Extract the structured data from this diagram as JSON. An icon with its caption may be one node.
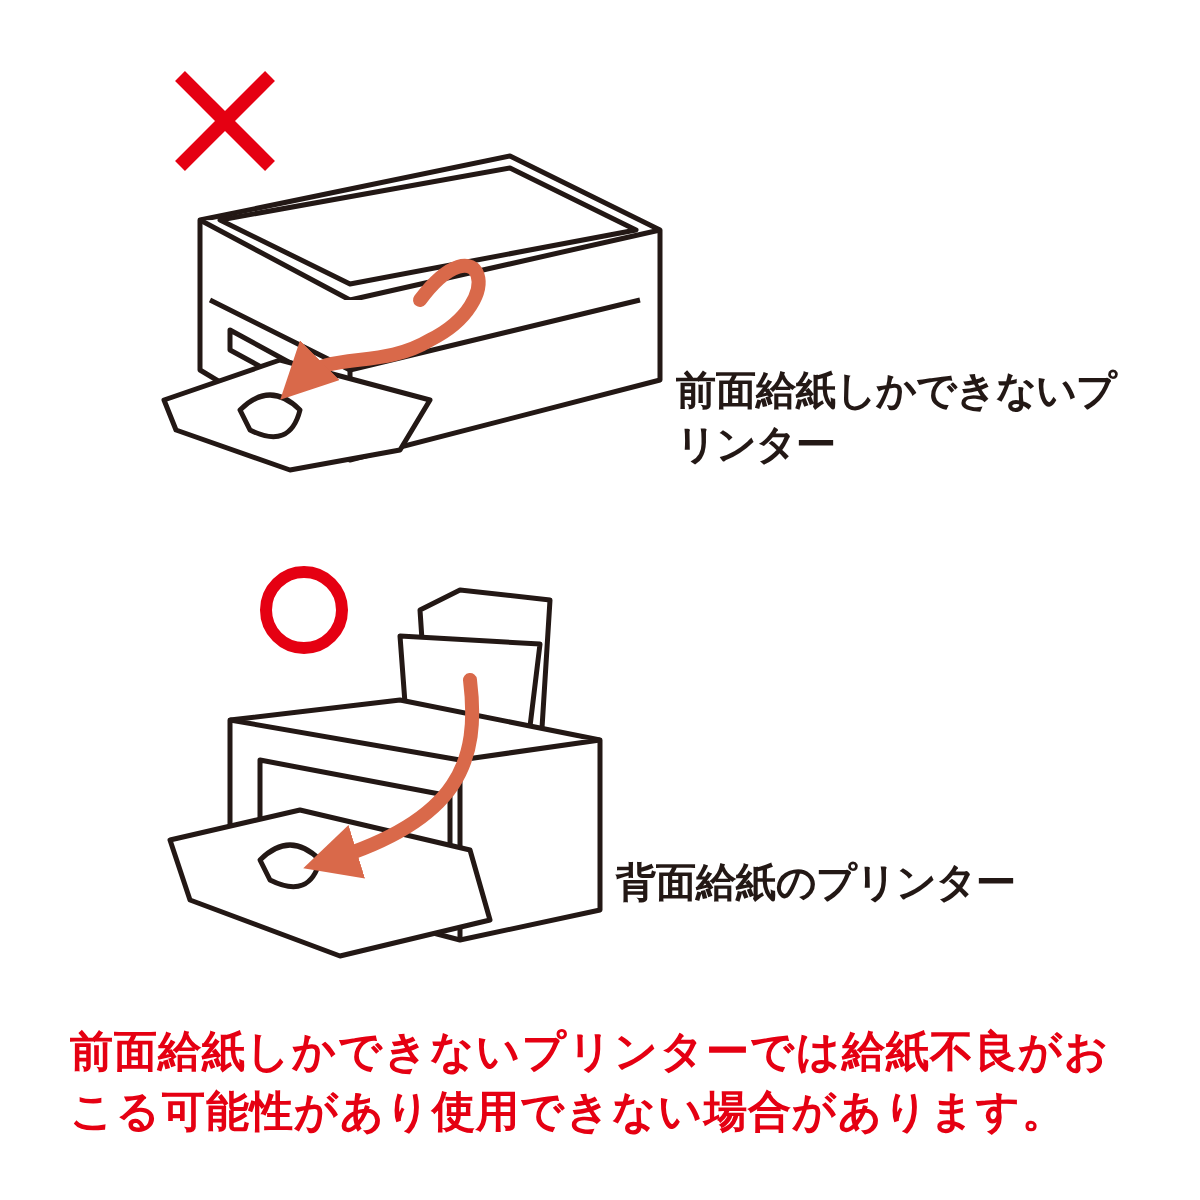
{
  "diagram": {
    "labels": [
      "前面給紙しかできないプリンター",
      "背面給紙のプリンター"
    ],
    "caption": "前面給紙しかできないプリンターでは給紙不良がおこる可能性があり使用できない場合があります。"
  }
}
